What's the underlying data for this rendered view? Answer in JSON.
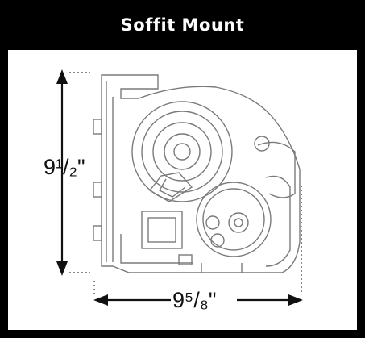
{
  "title": "Soffit Mount",
  "dimensions": {
    "height": "9¹/₂\"",
    "width": "9⁵/₈\""
  },
  "colors": {
    "frame": "#000000",
    "header_text": "#ffffff",
    "line_art": "#7a7a7a",
    "dimension": "#111111"
  }
}
